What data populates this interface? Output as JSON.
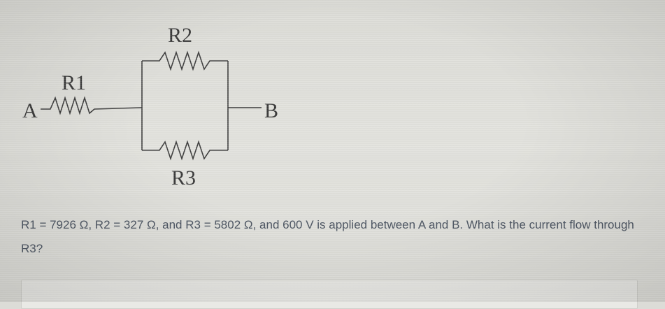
{
  "circuit": {
    "labels": {
      "r1": "R1",
      "r2": "R2",
      "r3": "R3",
      "a": "A",
      "b": "B"
    },
    "wire_color": "#3e3e3e"
  },
  "question": {
    "text": "R1 = 7926 Ω, R2 = 327 Ω, and R3 = 5802 Ω, and 600 V is applied between A and B. What is the current flow through R3?"
  },
  "answer": {
    "value": ""
  }
}
